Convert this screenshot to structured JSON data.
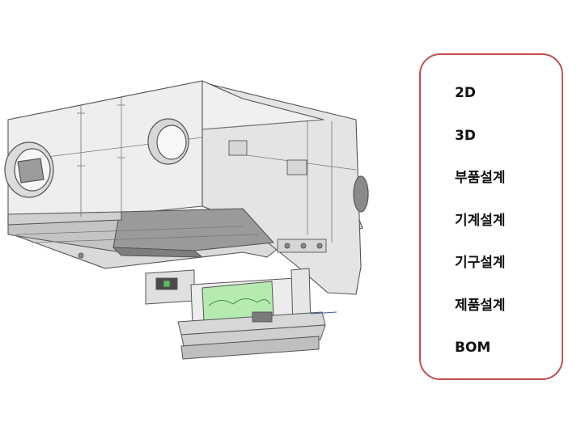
{
  "illustration": {
    "icon": "cad-3d-assembly-icon",
    "colors": {
      "outline": "#555555",
      "body_fill": "#e6e6e6",
      "shade_fill": "#9a9a9a",
      "highlight_part": "#b6ebb0"
    }
  },
  "menu": {
    "border_color": "#c0504d",
    "items": [
      {
        "label": "2D"
      },
      {
        "label": "3D"
      },
      {
        "label": "부품설계"
      },
      {
        "label": "기계설계"
      },
      {
        "label": "기구설계"
      },
      {
        "label": "제품설계"
      },
      {
        "label": "BOM"
      }
    ]
  }
}
